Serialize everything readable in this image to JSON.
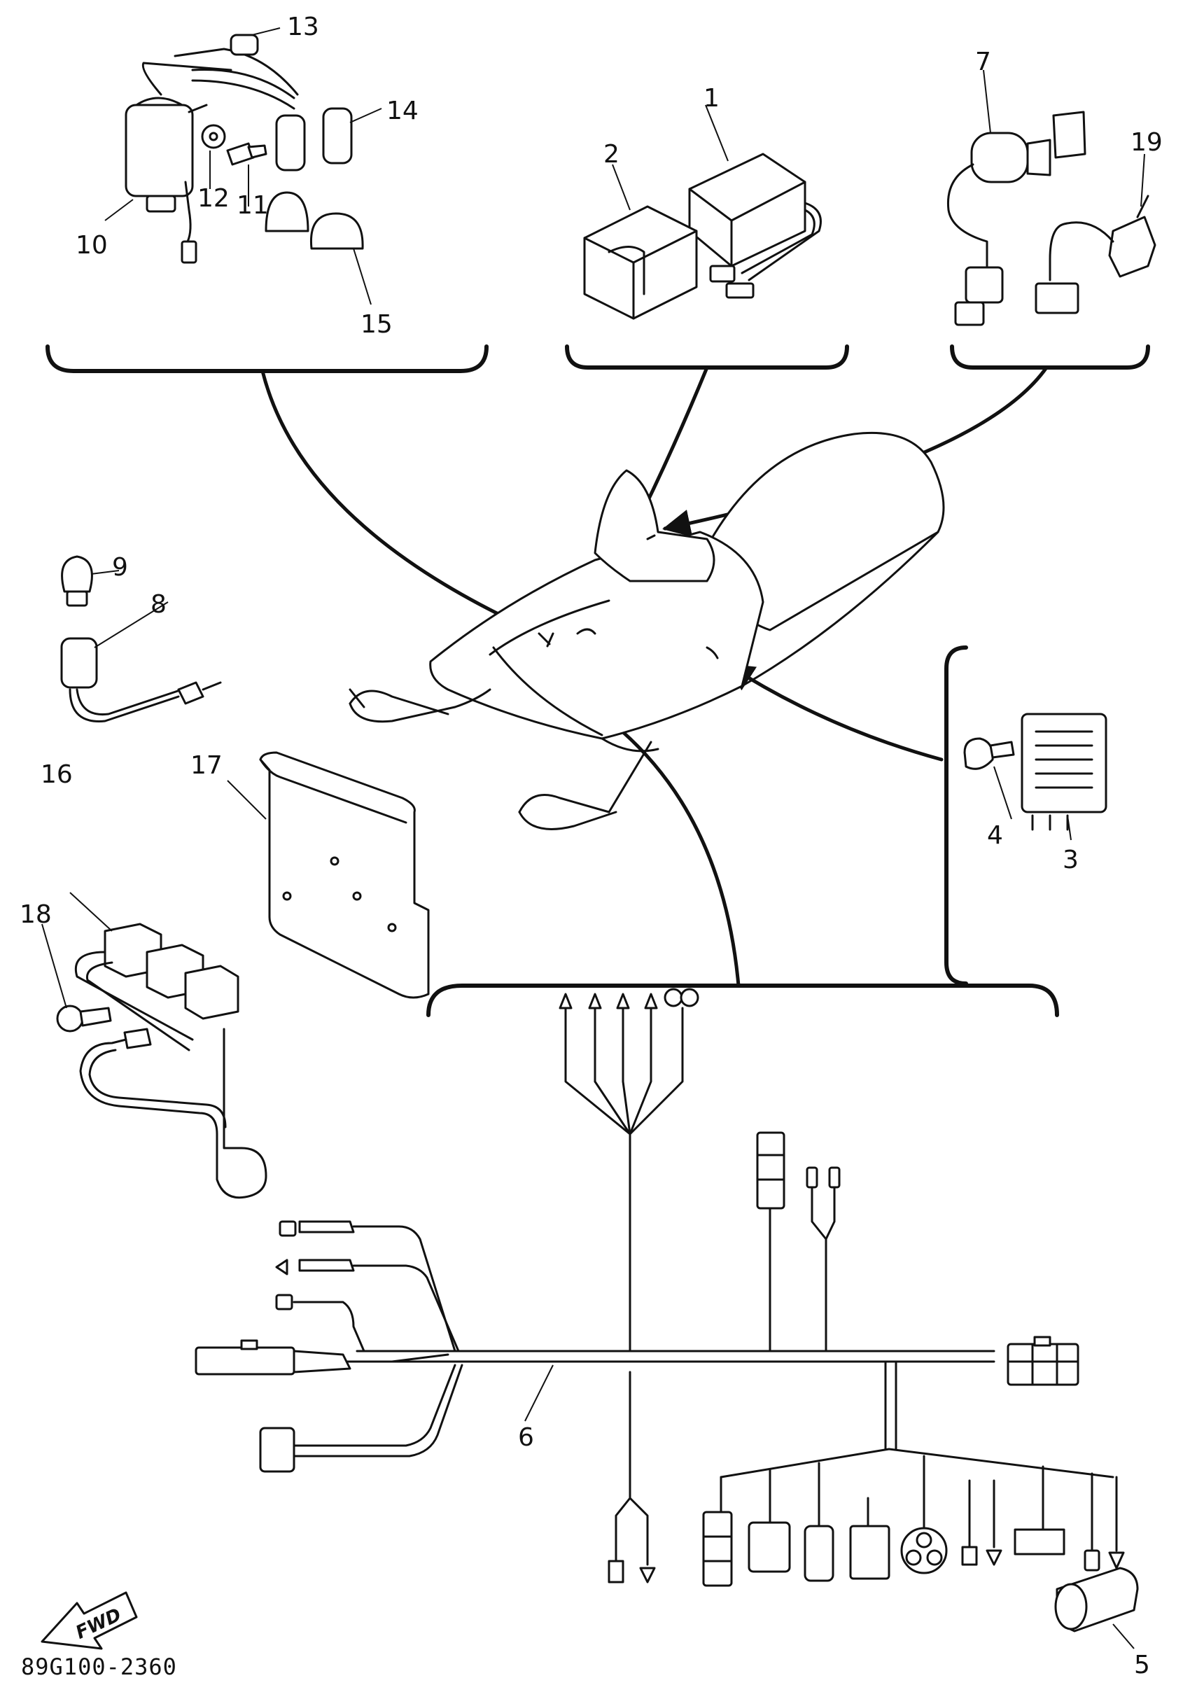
{
  "diagram": {
    "drawing_code": "89G100-2360",
    "direction_marker": "FWD",
    "callouts": [
      {
        "id": "c1",
        "label": "1"
      },
      {
        "id": "c2",
        "label": "2"
      },
      {
        "id": "c3",
        "label": "3"
      },
      {
        "id": "c4",
        "label": "4"
      },
      {
        "id": "c5",
        "label": "5"
      },
      {
        "id": "c6",
        "label": "6"
      },
      {
        "id": "c7",
        "label": "7"
      },
      {
        "id": "c8",
        "label": "8"
      },
      {
        "id": "c9",
        "label": "9"
      },
      {
        "id": "c10",
        "label": "10"
      },
      {
        "id": "c11",
        "label": "11"
      },
      {
        "id": "c12",
        "label": "12"
      },
      {
        "id": "c13",
        "label": "13"
      },
      {
        "id": "c14",
        "label": "14"
      },
      {
        "id": "c15",
        "label": "15"
      },
      {
        "id": "c16",
        "label": "16"
      },
      {
        "id": "c17",
        "label": "17"
      },
      {
        "id": "c18",
        "label": "18"
      },
      {
        "id": "c19",
        "label": "19"
      }
    ]
  }
}
